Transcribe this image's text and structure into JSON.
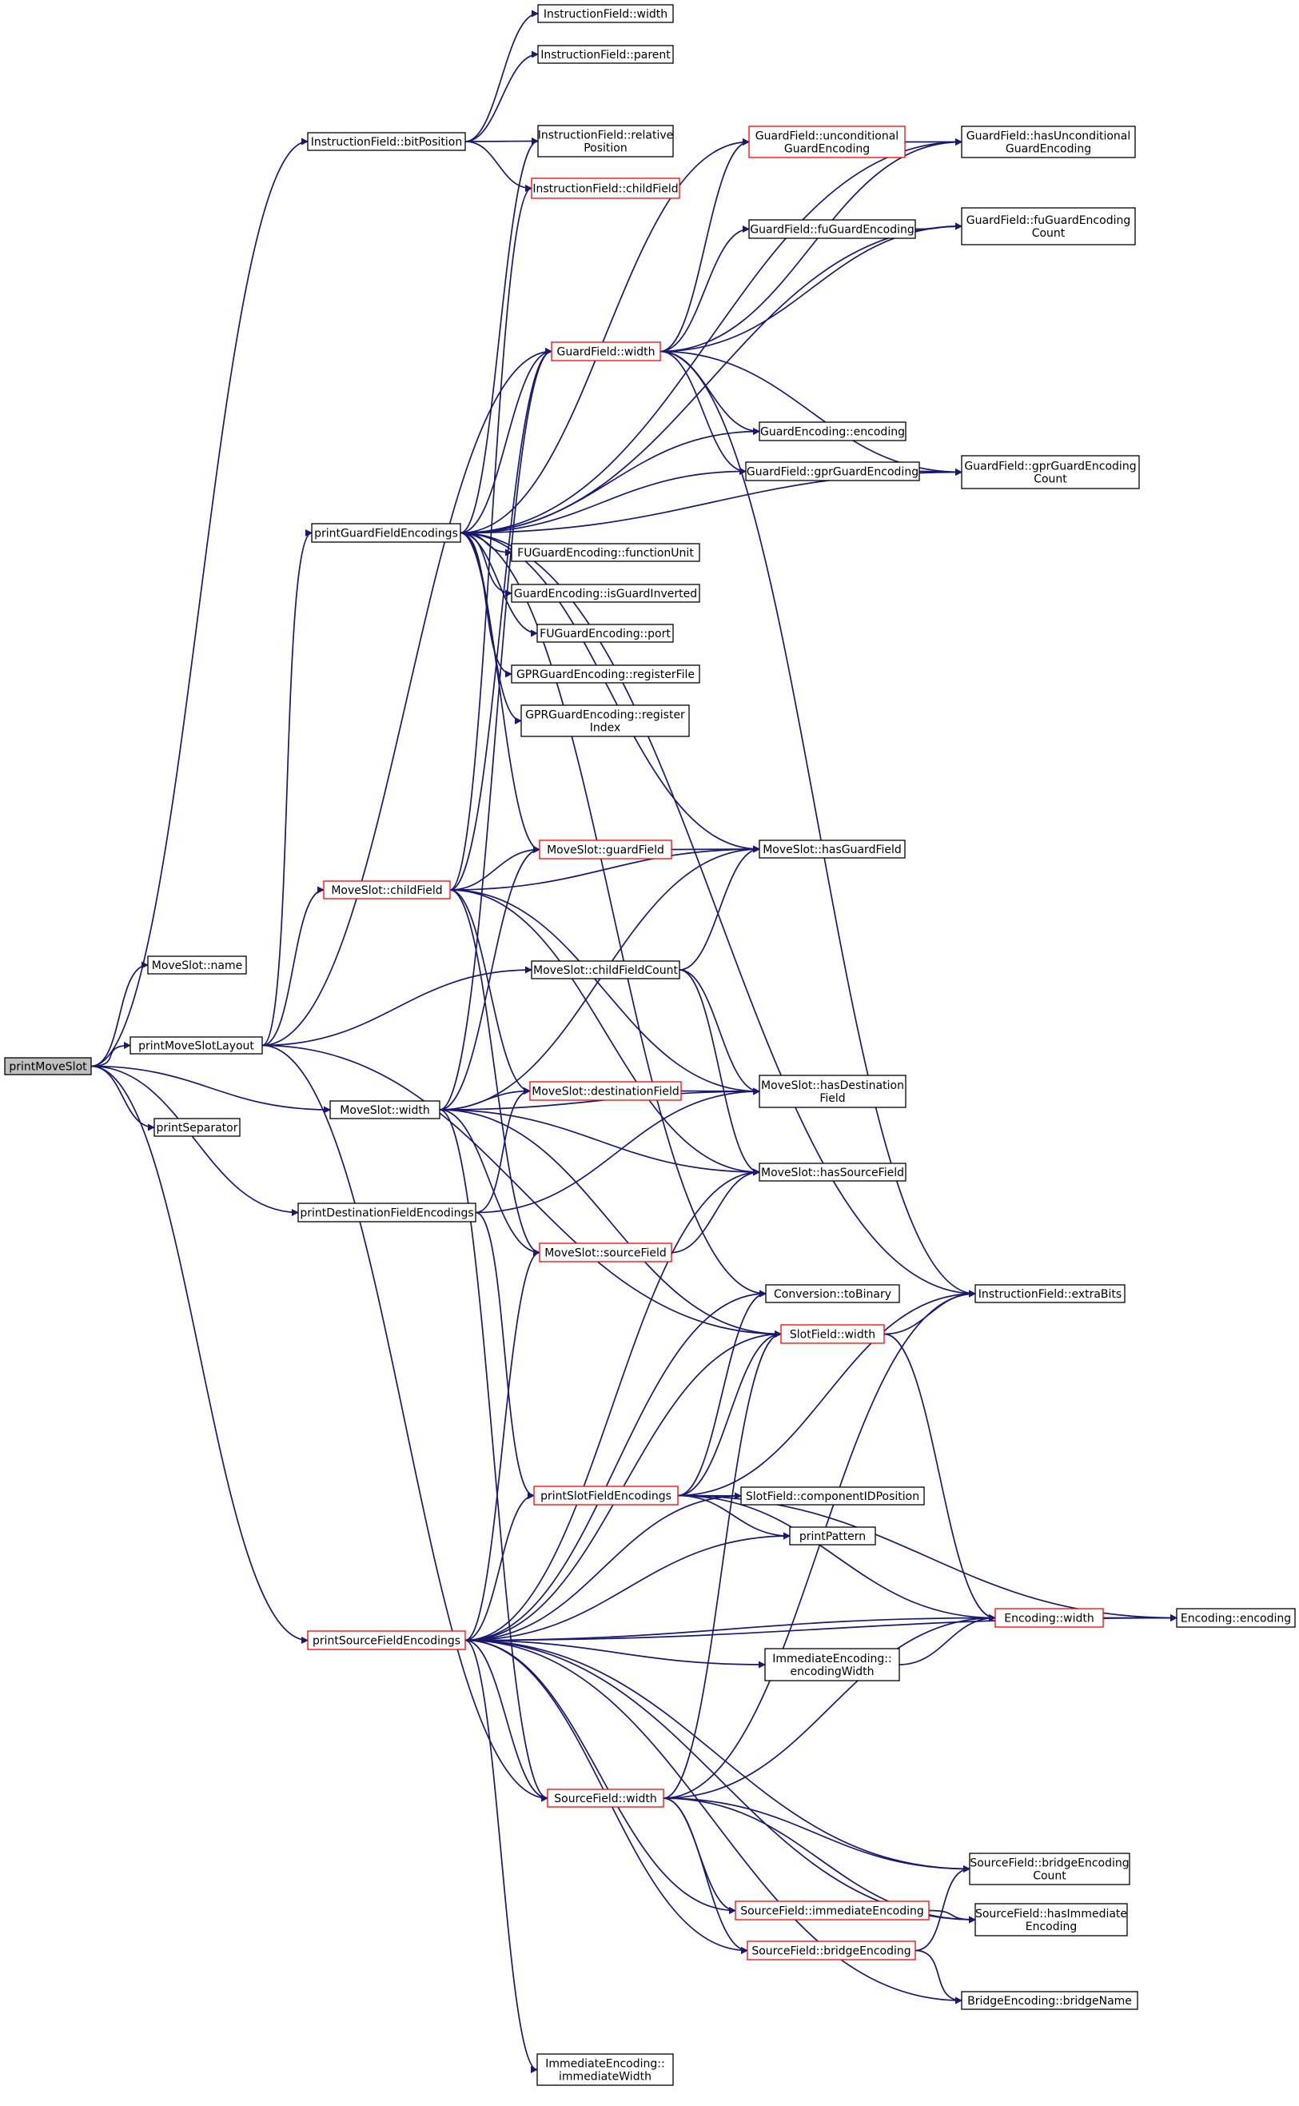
{
  "graph": {
    "colors": {
      "edge": "#191970",
      "node_border": "#000000",
      "link_border": "#ff0000",
      "root_fill": "#bfbfbf",
      "text": "#000000"
    },
    "nodes": [
      {
        "id": "printMoveSlot",
        "lines": [
          "printMoveSlot"
        ],
        "style": "root"
      },
      {
        "id": "MoveSlot::name",
        "lines": [
          "MoveSlot::name"
        ],
        "style": "normal"
      },
      {
        "id": "printMoveSlotLayout",
        "lines": [
          "printMoveSlotLayout"
        ],
        "style": "normal"
      },
      {
        "id": "printSeparator",
        "lines": [
          "printSeparator"
        ],
        "style": "normal"
      },
      {
        "id": "MoveSlot::width",
        "lines": [
          "MoveSlot::width"
        ],
        "style": "normal"
      },
      {
        "id": "printDestinationFieldEncodings",
        "lines": [
          "printDestinationFieldEncodings"
        ],
        "style": "normal"
      },
      {
        "id": "printSourceFieldEncodings",
        "lines": [
          "printSourceFieldEncodings"
        ],
        "style": "link"
      },
      {
        "id": "InstructionField::bitPosition",
        "lines": [
          "InstructionField::bitPosition"
        ],
        "style": "normal"
      },
      {
        "id": "printGuardFieldEncodings",
        "lines": [
          "printGuardFieldEncodings"
        ],
        "style": "normal"
      },
      {
        "id": "MoveSlot::childField",
        "lines": [
          "MoveSlot::childField"
        ],
        "style": "link"
      },
      {
        "id": "InstructionField::width",
        "lines": [
          "InstructionField::width"
        ],
        "style": "normal"
      },
      {
        "id": "InstructionField::parent",
        "lines": [
          "InstructionField::parent"
        ],
        "style": "normal"
      },
      {
        "id": "InstructionField::relativePosition",
        "lines": [
          "InstructionField::relative",
          "Position"
        ],
        "style": "normal"
      },
      {
        "id": "InstructionField::childField",
        "lines": [
          "InstructionField::childField"
        ],
        "style": "link"
      },
      {
        "id": "GuardField::width",
        "lines": [
          "GuardField::width"
        ],
        "style": "link"
      },
      {
        "id": "GuardEncoding::encoding",
        "lines": [
          "GuardEncoding::encoding"
        ],
        "style": "normal"
      },
      {
        "id": "GuardField::gprGuardEncoding",
        "lines": [
          "GuardField::gprGuardEncoding"
        ],
        "style": "normal"
      },
      {
        "id": "FUGuardEncoding::functionUnit",
        "lines": [
          "FUGuardEncoding::functionUnit"
        ],
        "style": "normal"
      },
      {
        "id": "GuardEncoding::isGuardInverted",
        "lines": [
          "GuardEncoding::isGuardInverted"
        ],
        "style": "normal"
      },
      {
        "id": "FUGuardEncoding::port",
        "lines": [
          "FUGuardEncoding::port"
        ],
        "style": "normal"
      },
      {
        "id": "GPRGuardEncoding::registerFile",
        "lines": [
          "GPRGuardEncoding::registerFile"
        ],
        "style": "normal"
      },
      {
        "id": "GPRGuardEncoding::registerIndex",
        "lines": [
          "GPRGuardEncoding::register",
          "Index"
        ],
        "style": "normal"
      },
      {
        "id": "MoveSlot::guardField",
        "lines": [
          "MoveSlot::guardField"
        ],
        "style": "link"
      },
      {
        "id": "MoveSlot::hasGuardField",
        "lines": [
          "MoveSlot::hasGuardField"
        ],
        "style": "normal"
      },
      {
        "id": "MoveSlot::childFieldCount",
        "lines": [
          "MoveSlot::childFieldCount"
        ],
        "style": "normal"
      },
      {
        "id": "MoveSlot::destinationField",
        "lines": [
          "MoveSlot::destinationField"
        ],
        "style": "link"
      },
      {
        "id": "MoveSlot::hasDestinationField",
        "lines": [
          "MoveSlot::hasDestination",
          "Field"
        ],
        "style": "normal"
      },
      {
        "id": "MoveSlot::hasSourceField",
        "lines": [
          "MoveSlot::hasSourceField"
        ],
        "style": "normal"
      },
      {
        "id": "MoveSlot::sourceField",
        "lines": [
          "MoveSlot::sourceField"
        ],
        "style": "link"
      },
      {
        "id": "Conversion::toBinary",
        "lines": [
          "Conversion::toBinary"
        ],
        "style": "normal"
      },
      {
        "id": "SlotField::width",
        "lines": [
          "SlotField::width"
        ],
        "style": "link"
      },
      {
        "id": "printSlotFieldEncodings",
        "lines": [
          "printSlotFieldEncodings"
        ],
        "style": "link"
      },
      {
        "id": "SlotField::componentIDPosition",
        "lines": [
          "SlotField::componentIDPosition"
        ],
        "style": "normal"
      },
      {
        "id": "printPattern",
        "lines": [
          "printPattern"
        ],
        "style": "normal"
      },
      {
        "id": "ImmediateEncoding::encodingWidth",
        "lines": [
          "ImmediateEncoding::",
          "encodingWidth"
        ],
        "style": "normal"
      },
      {
        "id": "SourceField::width",
        "lines": [
          "SourceField::width"
        ],
        "style": "link"
      },
      {
        "id": "SourceField::immediateEncoding",
        "lines": [
          "SourceField::immediateEncoding"
        ],
        "style": "link"
      },
      {
        "id": "SourceField::bridgeEncoding",
        "lines": [
          "SourceField::bridgeEncoding"
        ],
        "style": "link"
      },
      {
        "id": "ImmediateEncoding::immediateWidth",
        "lines": [
          "ImmediateEncoding::",
          "immediateWidth"
        ],
        "style": "normal"
      },
      {
        "id": "GuardField::unconditionalGuardEncoding",
        "lines": [
          "GuardField::unconditional",
          "GuardEncoding"
        ],
        "style": "link"
      },
      {
        "id": "GuardField::hasUnconditionalGuardEncoding",
        "lines": [
          "GuardField::hasUnconditional",
          "GuardEncoding"
        ],
        "style": "normal"
      },
      {
        "id": "GuardField::fuGuardEncoding",
        "lines": [
          "GuardField::fuGuardEncoding"
        ],
        "style": "normal"
      },
      {
        "id": "GuardField::fuGuardEncodingCount",
        "lines": [
          "GuardField::fuGuardEncoding",
          "Count"
        ],
        "style": "normal"
      },
      {
        "id": "GuardField::gprGuardEncodingCount",
        "lines": [
          "GuardField::gprGuardEncoding",
          "Count"
        ],
        "style": "normal"
      },
      {
        "id": "InstructionField::extraBits",
        "lines": [
          "InstructionField::extraBits"
        ],
        "style": "normal"
      },
      {
        "id": "Encoding::width",
        "lines": [
          "Encoding::width"
        ],
        "style": "link"
      },
      {
        "id": "Encoding::encoding",
        "lines": [
          "Encoding::encoding"
        ],
        "style": "normal"
      },
      {
        "id": "SourceField::bridgeEncodingCount",
        "lines": [
          "SourceField::bridgeEncoding",
          "Count"
        ],
        "style": "normal"
      },
      {
        "id": "SourceField::hasImmediateEncoding",
        "lines": [
          "SourceField::hasImmediate",
          "Encoding"
        ],
        "style": "normal"
      },
      {
        "id": "BridgeEncoding::bridgeName",
        "lines": [
          "BridgeEncoding::bridgeName"
        ],
        "style": "normal"
      }
    ],
    "edges": [
      [
        "printMoveSlot",
        "MoveSlot::name"
      ],
      [
        "printMoveSlot",
        "printMoveSlotLayout"
      ],
      [
        "printMoveSlot",
        "printSeparator"
      ],
      [
        "printMoveSlot",
        "MoveSlot::width"
      ],
      [
        "printMoveSlot",
        "printDestinationFieldEncodings"
      ],
      [
        "printMoveSlot",
        "printSourceFieldEncodings"
      ],
      [
        "printMoveSlot",
        "InstructionField::bitPosition"
      ],
      [
        "InstructionField::bitPosition",
        "InstructionField::width"
      ],
      [
        "InstructionField::bitPosition",
        "InstructionField::parent"
      ],
      [
        "InstructionField::bitPosition",
        "InstructionField::relativePosition"
      ],
      [
        "InstructionField::bitPosition",
        "InstructionField::childField"
      ],
      [
        "printMoveSlotLayout",
        "printGuardFieldEncodings"
      ],
      [
        "printMoveSlotLayout",
        "MoveSlot::childField"
      ],
      [
        "printMoveSlotLayout",
        "MoveSlot::childFieldCount"
      ],
      [
        "printMoveSlotLayout",
        "GuardField::width"
      ],
      [
        "printMoveSlotLayout",
        "SlotField::width"
      ],
      [
        "printMoveSlotLayout",
        "SourceField::width"
      ],
      [
        "printGuardFieldEncodings",
        "InstructionField::relativePosition"
      ],
      [
        "printGuardFieldEncodings",
        "GuardField::unconditionalGuardEncoding"
      ],
      [
        "printGuardFieldEncodings",
        "GuardField::hasUnconditionalGuardEncoding"
      ],
      [
        "printGuardFieldEncodings",
        "GuardField::fuGuardEncodingCount"
      ],
      [
        "printGuardFieldEncodings",
        "GuardField::width"
      ],
      [
        "printGuardFieldEncodings",
        "GuardEncoding::encoding"
      ],
      [
        "printGuardFieldEncodings",
        "GuardField::gprGuardEncoding"
      ],
      [
        "printGuardFieldEncodings",
        "GuardField::gprGuardEncodingCount"
      ],
      [
        "printGuardFieldEncodings",
        "InstructionField::extraBits"
      ],
      [
        "printGuardFieldEncodings",
        "FUGuardEncoding::functionUnit"
      ],
      [
        "printGuardFieldEncodings",
        "GuardEncoding::isGuardInverted"
      ],
      [
        "printGuardFieldEncodings",
        "FUGuardEncoding::port"
      ],
      [
        "printGuardFieldEncodings",
        "GPRGuardEncoding::registerFile"
      ],
      [
        "printGuardFieldEncodings",
        "GPRGuardEncoding::registerIndex"
      ],
      [
        "printGuardFieldEncodings",
        "MoveSlot::guardField"
      ],
      [
        "printGuardFieldEncodings",
        "MoveSlot::hasGuardField"
      ],
      [
        "printGuardFieldEncodings",
        "Conversion::toBinary"
      ],
      [
        "MoveSlot::childField",
        "InstructionField::childField"
      ],
      [
        "MoveSlot::childField",
        "GuardField::width"
      ],
      [
        "MoveSlot::childField",
        "MoveSlot::guardField"
      ],
      [
        "MoveSlot::childField",
        "MoveSlot::hasGuardField"
      ],
      [
        "MoveSlot::childField",
        "MoveSlot::hasDestinationField"
      ],
      [
        "MoveSlot::childField",
        "MoveSlot::destinationField"
      ],
      [
        "MoveSlot::childField",
        "MoveSlot::hasSourceField"
      ],
      [
        "MoveSlot::childField",
        "MoveSlot::sourceField"
      ],
      [
        "MoveSlot::childFieldCount",
        "MoveSlot::hasGuardField"
      ],
      [
        "MoveSlot::childFieldCount",
        "MoveSlot::hasDestinationField"
      ],
      [
        "MoveSlot::childFieldCount",
        "MoveSlot::hasSourceField"
      ],
      [
        "MoveSlot::width",
        "GuardField::width"
      ],
      [
        "MoveSlot::width",
        "MoveSlot::guardField"
      ],
      [
        "MoveSlot::width",
        "MoveSlot::hasGuardField"
      ],
      [
        "MoveSlot::width",
        "MoveSlot::destinationField"
      ],
      [
        "MoveSlot::width",
        "MoveSlot::hasDestinationField"
      ],
      [
        "MoveSlot::width",
        "MoveSlot::hasSourceField"
      ],
      [
        "MoveSlot::width",
        "MoveSlot::sourceField"
      ],
      [
        "MoveSlot::width",
        "SlotField::width"
      ],
      [
        "MoveSlot::width",
        "SourceField::width"
      ],
      [
        "printDestinationFieldEncodings",
        "MoveSlot::destinationField"
      ],
      [
        "printDestinationFieldEncodings",
        "MoveSlot::hasDestinationField"
      ],
      [
        "printDestinationFieldEncodings",
        "printSlotFieldEncodings"
      ],
      [
        "MoveSlot::guardField",
        "MoveSlot::hasGuardField"
      ],
      [
        "MoveSlot::destinationField",
        "MoveSlot::hasDestinationField"
      ],
      [
        "MoveSlot::sourceField",
        "MoveSlot::hasSourceField"
      ],
      [
        "GuardField::width",
        "GuardField::unconditionalGuardEncoding"
      ],
      [
        "GuardField::width",
        "GuardField::hasUnconditionalGuardEncoding"
      ],
      [
        "GuardField::width",
        "GuardField::fuGuardEncoding"
      ],
      [
        "GuardField::width",
        "GuardField::fuGuardEncodingCount"
      ],
      [
        "GuardField::width",
        "GuardEncoding::encoding"
      ],
      [
        "GuardField::width",
        "GuardField::gprGuardEncoding"
      ],
      [
        "GuardField::width",
        "GuardField::gprGuardEncodingCount"
      ],
      [
        "GuardField::width",
        "InstructionField::extraBits"
      ],
      [
        "GuardField::unconditionalGuardEncoding",
        "GuardField::hasUnconditionalGuardEncoding"
      ],
      [
        "GuardField::fuGuardEncoding",
        "GuardField::fuGuardEncodingCount"
      ],
      [
        "GuardField::gprGuardEncoding",
        "GuardField::gprGuardEncodingCount"
      ],
      [
        "SlotField::width",
        "InstructionField::extraBits"
      ],
      [
        "SlotField::width",
        "Encoding::width"
      ],
      [
        "printSlotFieldEncodings",
        "Conversion::toBinary"
      ],
      [
        "printSlotFieldEncodings",
        "SlotField::width"
      ],
      [
        "printSlotFieldEncodings",
        "InstructionField::extraBits"
      ],
      [
        "printSlotFieldEncodings",
        "SlotField::componentIDPosition"
      ],
      [
        "printSlotFieldEncodings",
        "printPattern"
      ],
      [
        "printSlotFieldEncodings",
        "Encoding::width"
      ],
      [
        "printSlotFieldEncodings",
        "Encoding::encoding"
      ],
      [
        "printSourceFieldEncodings",
        "MoveSlot::sourceField"
      ],
      [
        "printSourceFieldEncodings",
        "MoveSlot::hasSourceField"
      ],
      [
        "printSourceFieldEncodings",
        "Conversion::toBinary"
      ],
      [
        "printSourceFieldEncodings",
        "SlotField::width"
      ],
      [
        "printSourceFieldEncodings",
        "printSlotFieldEncodings"
      ],
      [
        "printSourceFieldEncodings",
        "SlotField::componentIDPosition"
      ],
      [
        "printSourceFieldEncodings",
        "printPattern"
      ],
      [
        "printSourceFieldEncodings",
        "Encoding::width"
      ],
      [
        "printSourceFieldEncodings",
        "Encoding::encoding"
      ],
      [
        "printSourceFieldEncodings",
        "ImmediateEncoding::encodingWidth"
      ],
      [
        "printSourceFieldEncodings",
        "SourceField::width"
      ],
      [
        "printSourceFieldEncodings",
        "SourceField::bridgeEncodingCount"
      ],
      [
        "printSourceFieldEncodings",
        "SourceField::immediateEncoding"
      ],
      [
        "printSourceFieldEncodings",
        "SourceField::hasImmediateEncoding"
      ],
      [
        "printSourceFieldEncodings",
        "SourceField::bridgeEncoding"
      ],
      [
        "printSourceFieldEncodings",
        "BridgeEncoding::bridgeName"
      ],
      [
        "printSourceFieldEncodings",
        "ImmediateEncoding::immediateWidth"
      ],
      [
        "ImmediateEncoding::encodingWidth",
        "Encoding::width"
      ],
      [
        "Encoding::width",
        "Encoding::encoding"
      ],
      [
        "SourceField::width",
        "SlotField::width"
      ],
      [
        "SourceField::width",
        "InstructionField::extraBits"
      ],
      [
        "SourceField::width",
        "Encoding::width"
      ],
      [
        "SourceField::width",
        "SourceField::bridgeEncodingCount"
      ],
      [
        "SourceField::width",
        "SourceField::hasImmediateEncoding"
      ],
      [
        "SourceField::width",
        "SourceField::immediateEncoding"
      ],
      [
        "SourceField::width",
        "SourceField::bridgeEncoding"
      ],
      [
        "SourceField::immediateEncoding",
        "SourceField::hasImmediateEncoding"
      ],
      [
        "SourceField::bridgeEncoding",
        "SourceField::bridgeEncodingCount"
      ],
      [
        "SourceField::bridgeEncoding",
        "BridgeEncoding::bridgeName"
      ]
    ]
  }
}
